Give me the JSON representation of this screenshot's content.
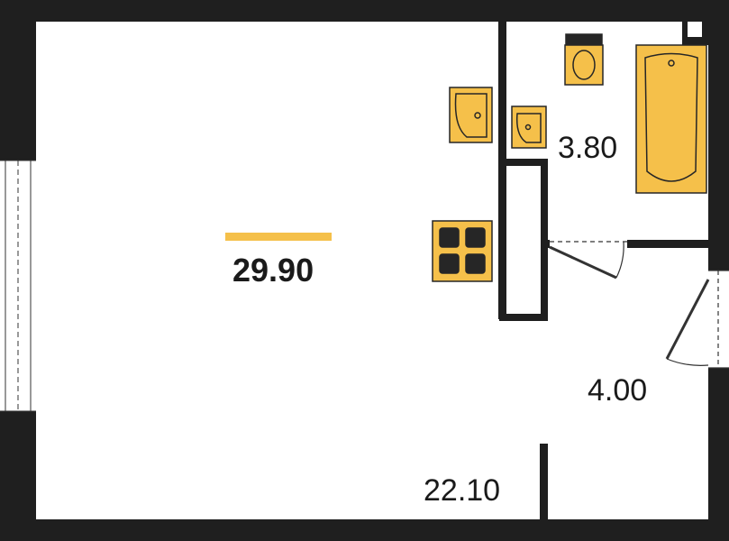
{
  "plan": {
    "total_area": "29.90",
    "rooms": [
      {
        "id": "living_room",
        "area": "22.10"
      },
      {
        "id": "bathroom",
        "area": "3.80"
      },
      {
        "id": "hallway",
        "area": "4.00"
      }
    ]
  },
  "colors": {
    "wall": "#1f1f1f",
    "fixture_fill": "#f5c04a",
    "fixture_stroke": "#262626",
    "floor": "#ffffff",
    "accent_bar": "#f5c04a"
  }
}
